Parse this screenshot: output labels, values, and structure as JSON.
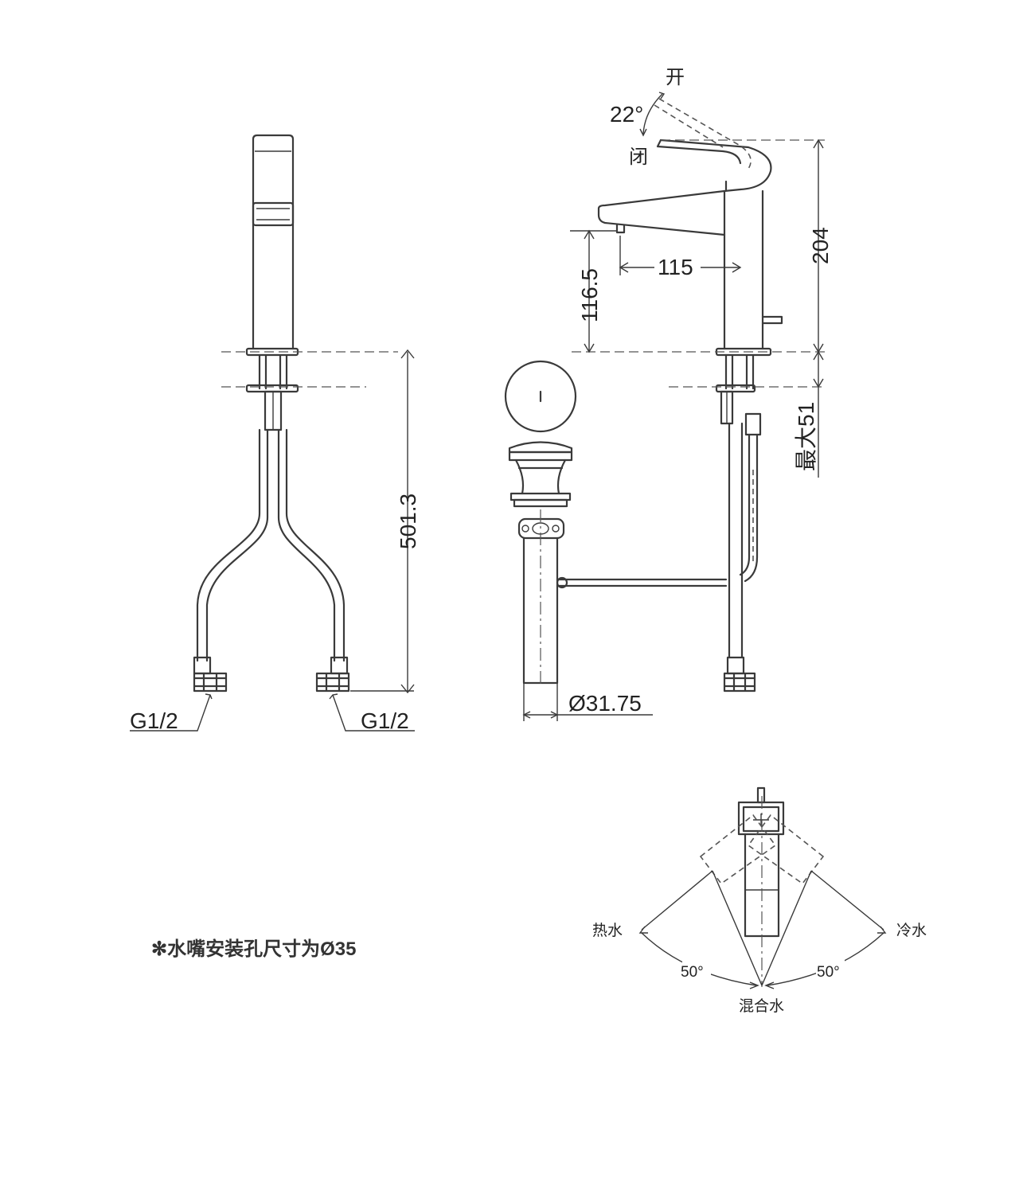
{
  "diagram": {
    "labels": {
      "open": "开",
      "closed": "闭",
      "handle_angle": "22°",
      "height_total": "204",
      "spout_reach": "115",
      "spout_height": "116.5",
      "max_thickness": "最大51",
      "supply_hose_length": "501.3",
      "connector_left": "G1/2",
      "connector_right": "G1/2",
      "drain_diameter": "Ø31.75",
      "hot_water": "热水",
      "cold_water": "冷水",
      "mixed_water": "混合水",
      "angle_left": "50°",
      "angle_right": "50°"
    },
    "note": "✻水嘴安装孔尺寸为Ø35"
  }
}
